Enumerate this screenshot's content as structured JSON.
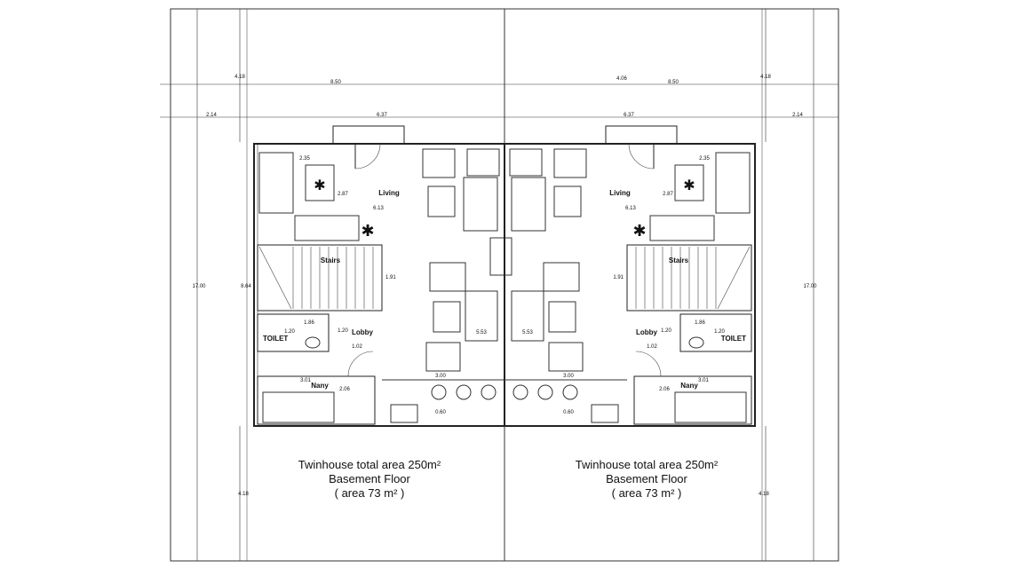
{
  "overall_dims": {
    "left_top": "4.18",
    "right_top": "4.18",
    "center_top": "4.06",
    "left_bottom": "4.18",
    "right_bottom": "4.18",
    "total_height": "17.00",
    "inner_height": "8.64"
  },
  "units": [
    {
      "width": "8.50",
      "setback": "2.14",
      "house_width": "6.37",
      "rooms": {
        "living": "Living",
        "stairs": "Stairs",
        "lobby": "Lobby",
        "toilet": "TOILET",
        "nany": "Nany"
      },
      "dims": {
        "living_w": "6.13",
        "sofa_w": "2.35",
        "sofa_d": "2.87",
        "stairs_d": "1.91",
        "toilet_w": "1.86",
        "toilet_d": "1.20",
        "lobby_a": "1.20",
        "lobby_b": "1.02",
        "nany_w": "3.01",
        "nany_d": "2.06",
        "hall_w": "3.00",
        "table": "5.53",
        "counter": "0.60"
      },
      "caption": {
        "line1": "Twinhouse total area 250m²",
        "line2": "Basement Floor",
        "line3": "( area 73 m² )"
      }
    },
    {
      "width": "8.50",
      "setback": "2.14",
      "house_width": "6.37",
      "rooms": {
        "living": "Living",
        "stairs": "Stairs",
        "lobby": "Lobby",
        "toilet": "TOILET",
        "nany": "Nany"
      },
      "dims": {
        "living_w": "6.13",
        "sofa_w": "2.35",
        "sofa_d": "2.87",
        "stairs_d": "1.91",
        "toilet_w": "1.86",
        "toilet_d": "1.20",
        "lobby_a": "1.20",
        "lobby_b": "1.02",
        "nany_w": "3.01",
        "nany_d": "2.06",
        "hall_w": "3.00",
        "table": "5.53",
        "counter": "0.60"
      },
      "caption": {
        "line1": "Twinhouse total area 250m²",
        "line2": "Basement Floor",
        "line3": "( area 73 m² )"
      }
    }
  ]
}
